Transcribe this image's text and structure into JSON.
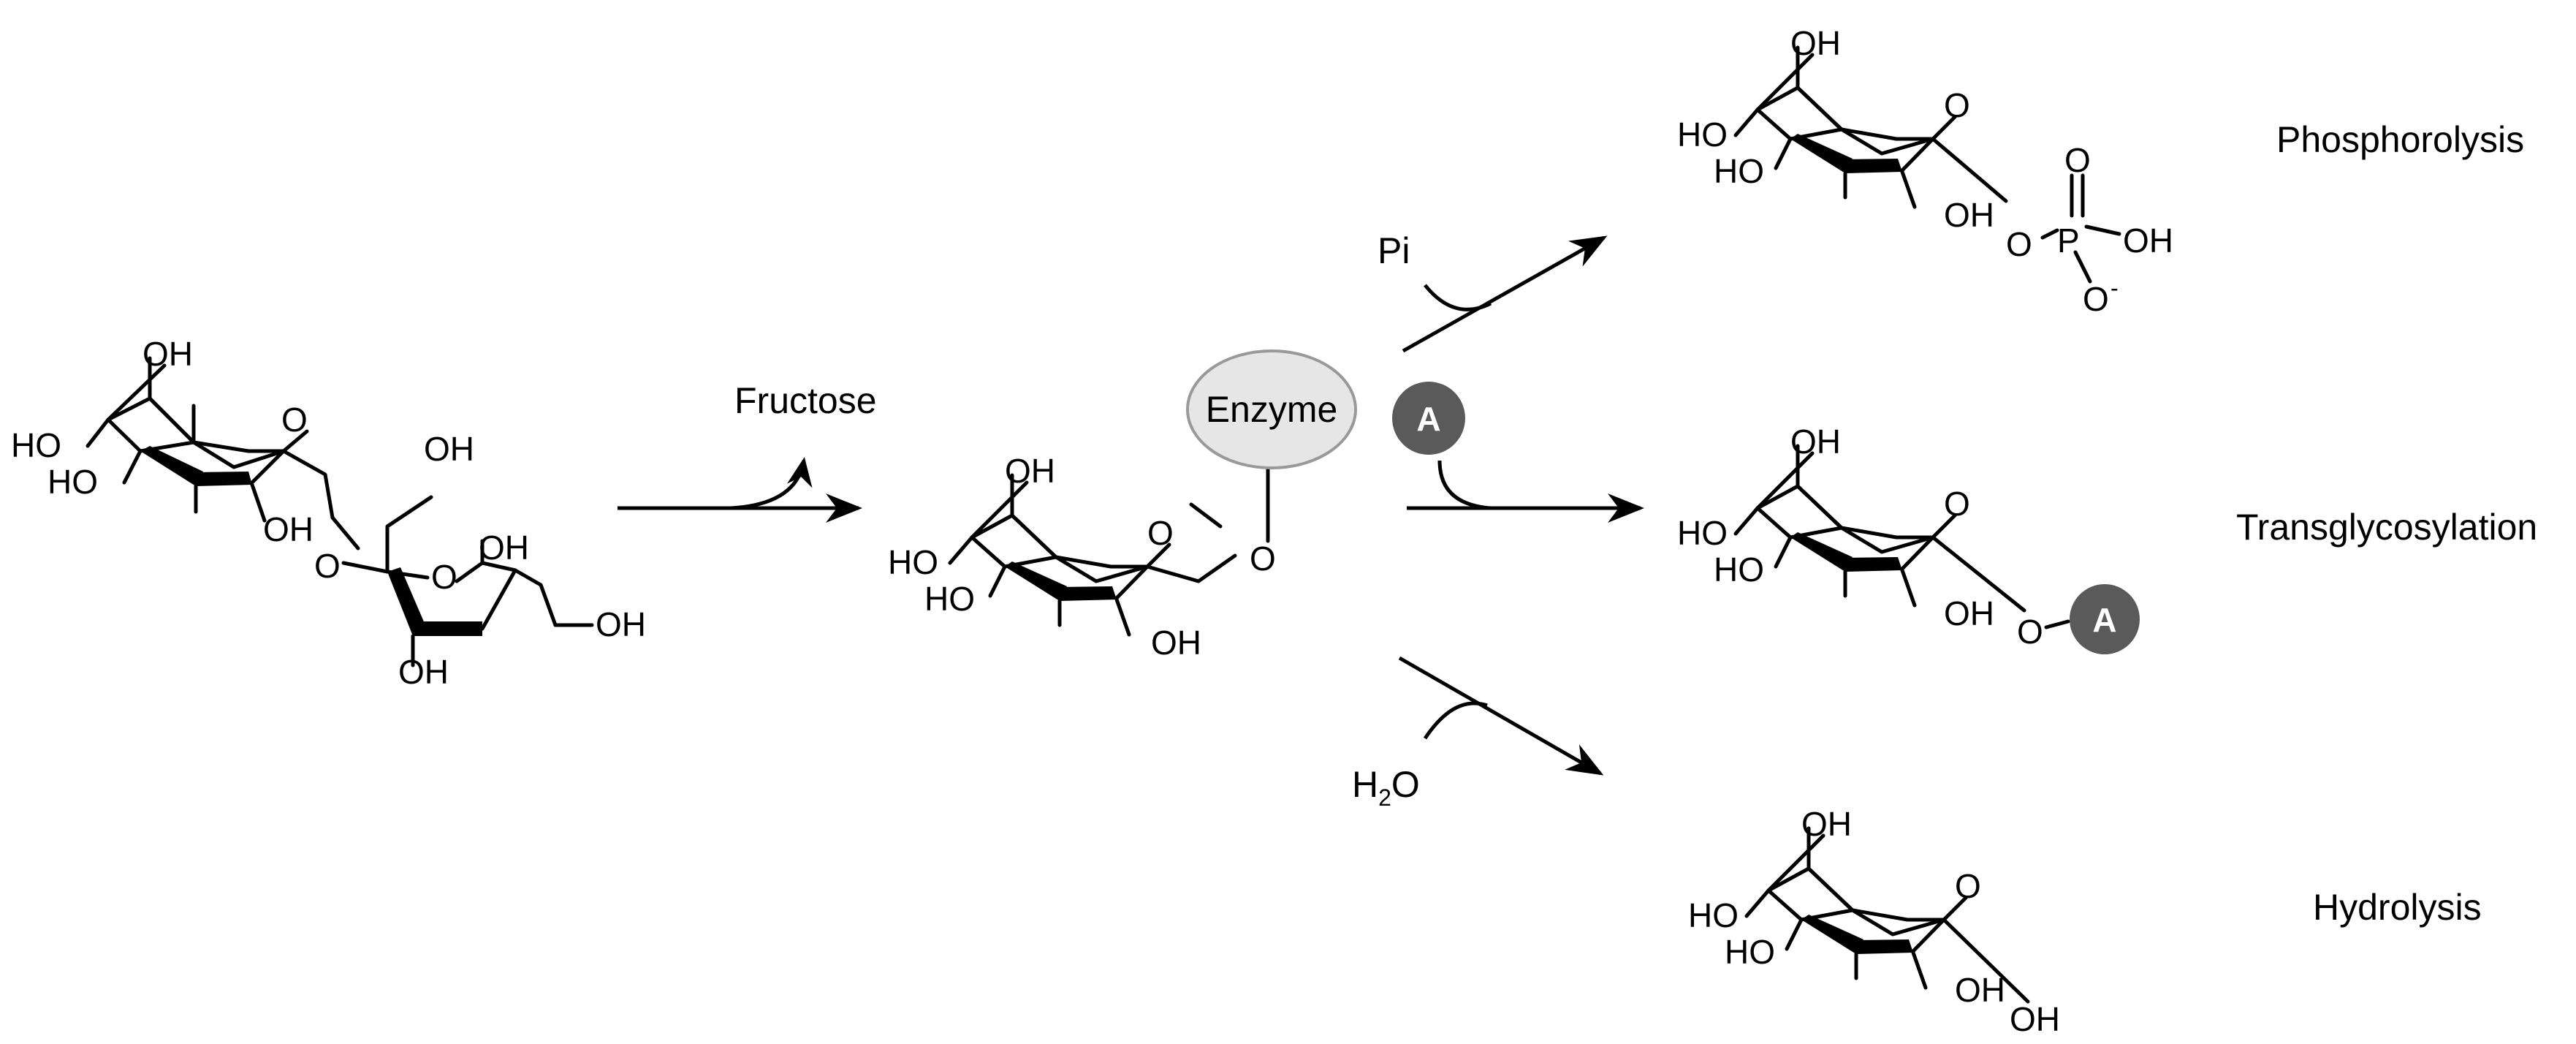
{
  "atoms": {
    "oh": "OH",
    "ho": "HO",
    "o": "O",
    "p": "P",
    "h": "H",
    "two": "2"
  },
  "reagents": {
    "fructose": "Fructose",
    "pi": "Pi",
    "water_h": "H",
    "water_sub": "2",
    "water_o": "O"
  },
  "enzyme": {
    "label": "Enzyme",
    "fill": "#e6e6e6"
  },
  "acceptor": {
    "label": "A",
    "fill": "#5a5a5a"
  },
  "phosphate": {
    "charge": "-"
  },
  "pathways": {
    "phosphorolysis": "Phosphorolysis",
    "transglycosylation": "Transglycosylation",
    "hydrolysis": "Hydrolysis"
  }
}
